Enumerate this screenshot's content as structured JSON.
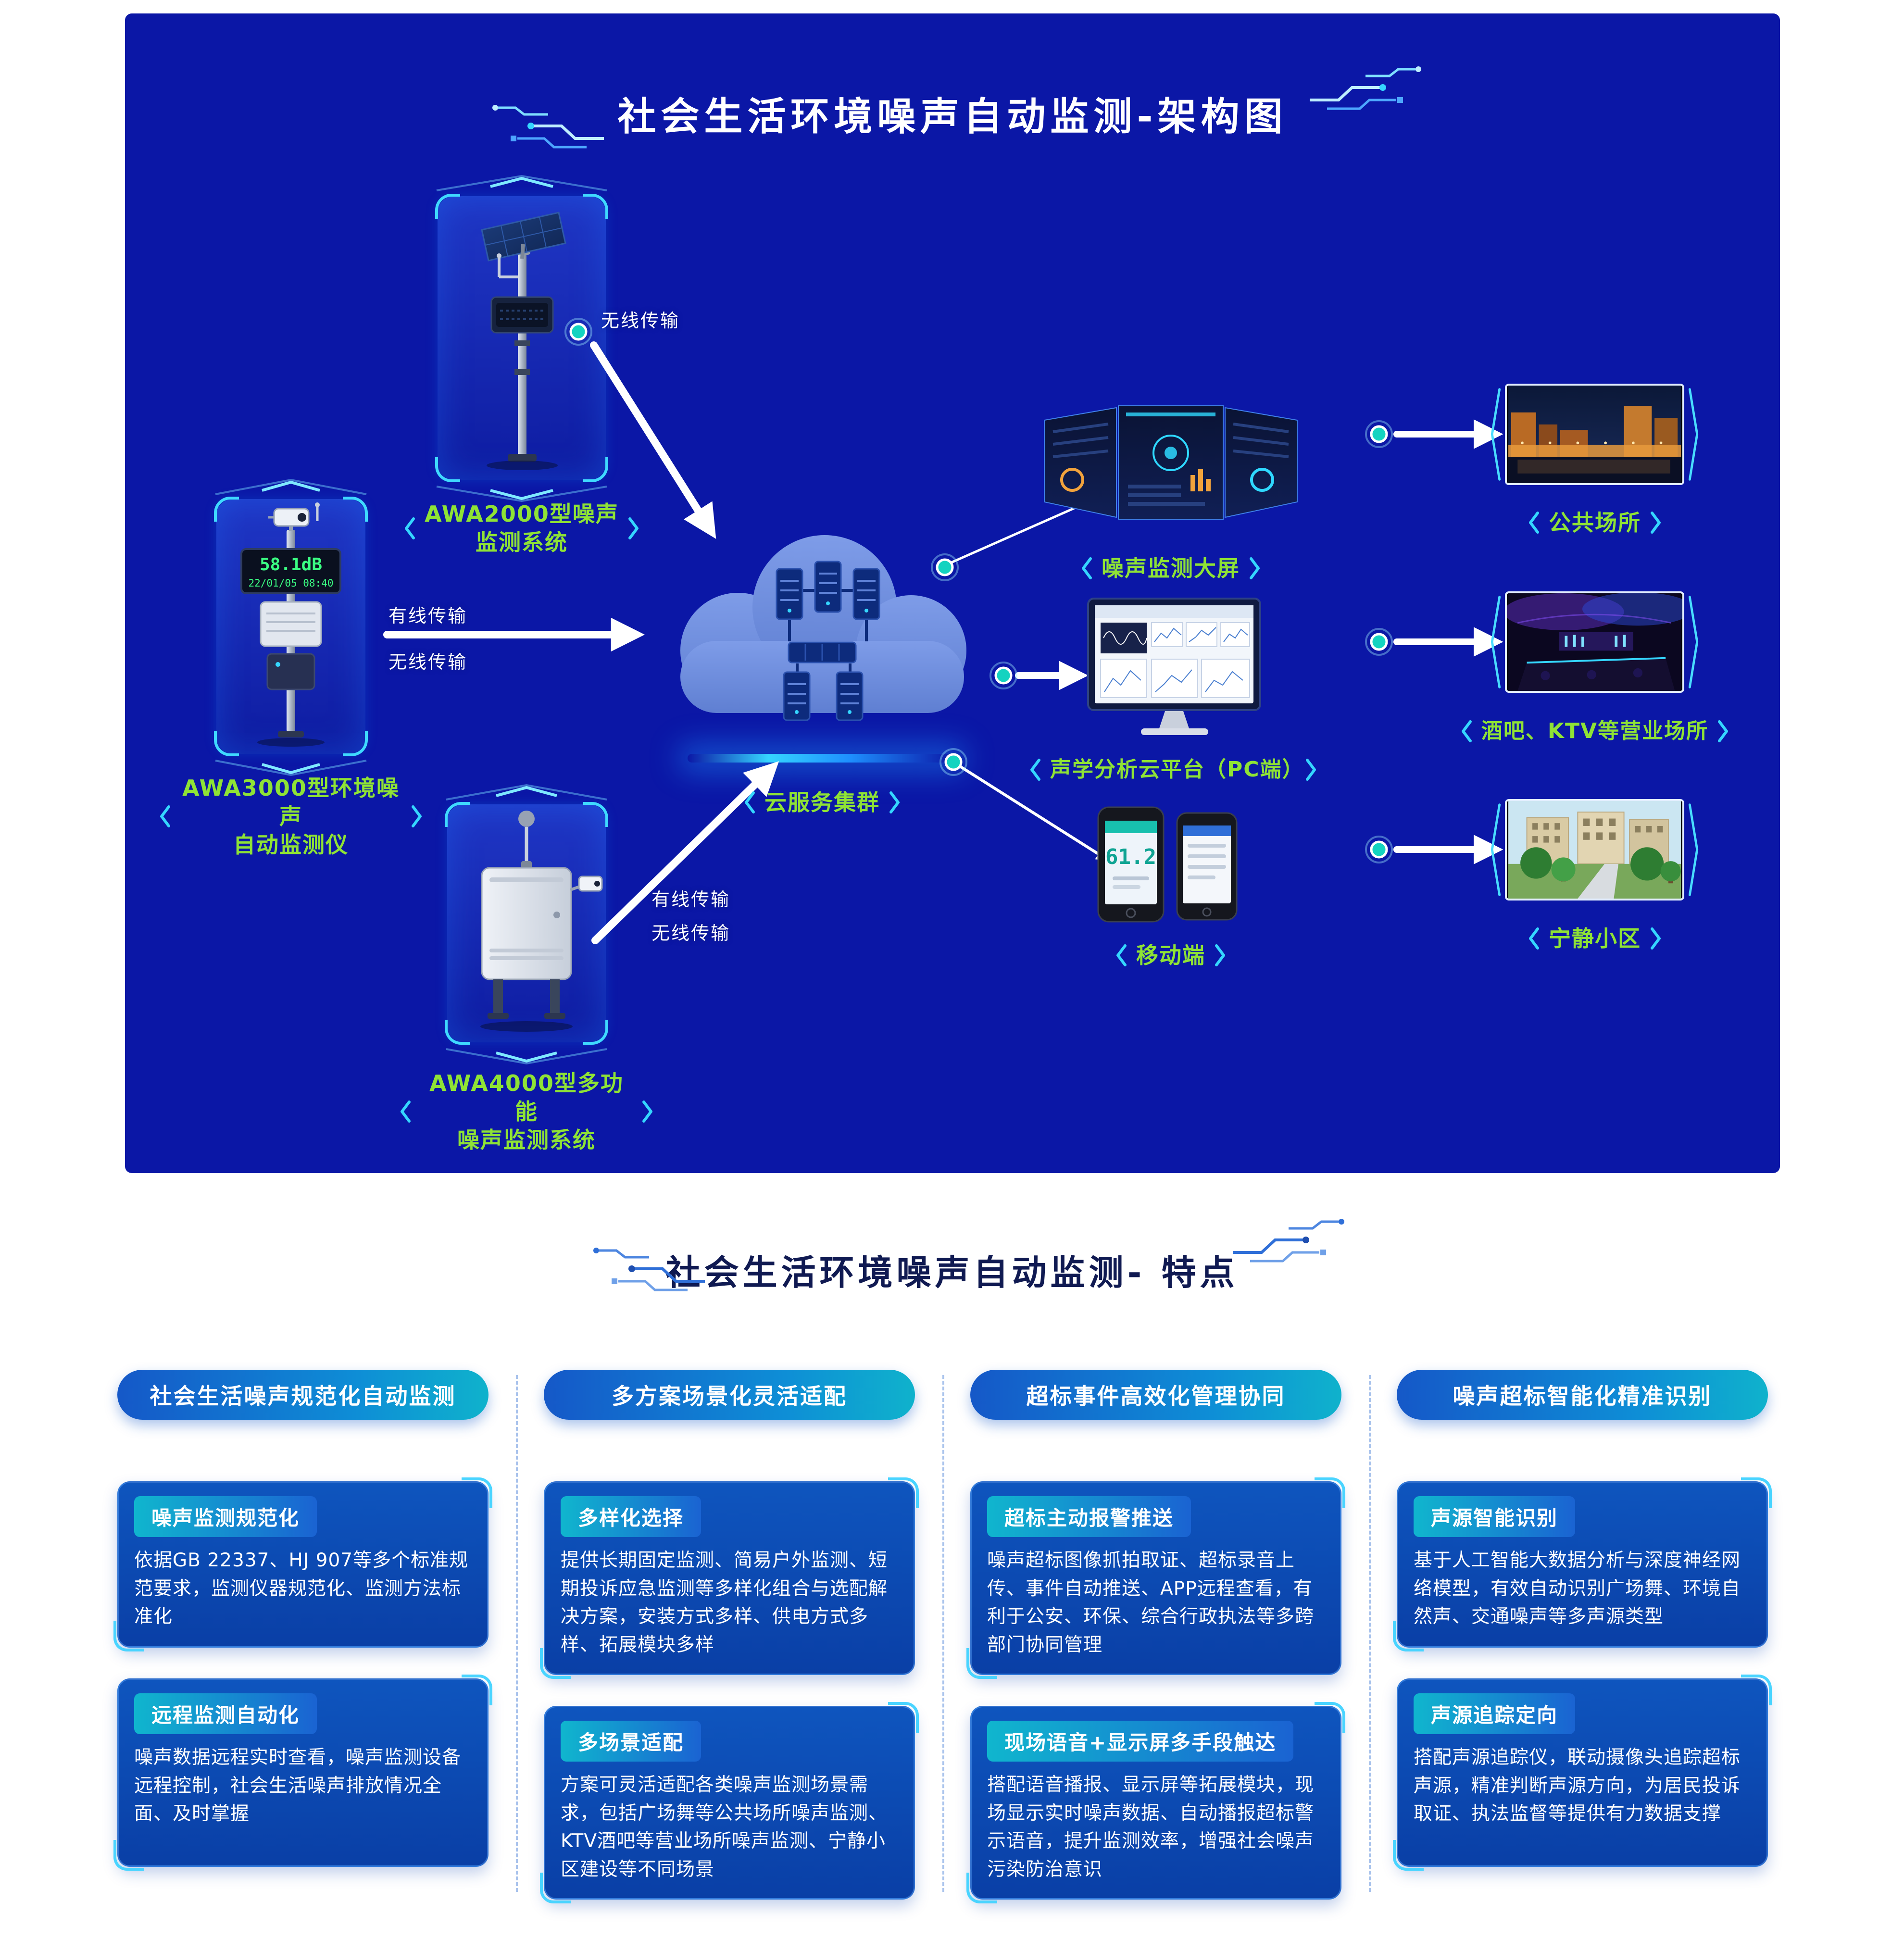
{
  "architecture": {
    "title": "社会生活环境噪声自动监测-架构图",
    "devices": {
      "awa2000": {
        "label_line1": "AWA2000型噪声",
        "label_line2": "监测系统"
      },
      "awa3000": {
        "label_line1": "AWA3000型环境噪声",
        "label_line2": "自动监测仪",
        "display_value": "58.1dB",
        "display_time": "22/01/05 08:40"
      },
      "awa4000": {
        "label_line1": "AWA4000型多功能",
        "label_line2": "噪声监测系统"
      }
    },
    "transmission": {
      "wired": "有线传输",
      "wireless": "无线传输"
    },
    "cloud": {
      "label": "云服务集群"
    },
    "outputs": {
      "big_screen": {
        "label": "噪声监测大屏"
      },
      "pc": {
        "label": "声学分析云平台（PC端）"
      },
      "mobile": {
        "label": "移动端",
        "phone_value": "61.2"
      }
    },
    "scenes": {
      "public": {
        "label": "公共场所"
      },
      "bar": {
        "label": "酒吧、KTV等营业场所"
      },
      "residential": {
        "label": "宁静小区"
      }
    }
  },
  "features": {
    "title": "社会生活环境噪声自动监测- 特点",
    "columns": [
      {
        "header": "社会生活噪声规范化自动监测",
        "cards": [
          {
            "title": "噪声监测规范化",
            "body": "依据GB 22337、HJ 907等多个标准规范要求，监测仪器规范化、监测方法标准化"
          },
          {
            "title": "远程监测自动化",
            "body": "噪声数据远程实时查看，噪声监测设备远程控制，社会生活噪声排放情况全面、及时掌握"
          }
        ]
      },
      {
        "header": "多方案场景化灵活适配",
        "cards": [
          {
            "title": "多样化选择",
            "body": "提供长期固定监测、简易户外监测、短期投诉应急监测等多样化组合与选配解决方案，安装方式多样、供电方式多样、拓展模块多样"
          },
          {
            "title": "多场景适配",
            "body": "方案可灵活适配各类噪声监测场景需求，包括广场舞等公共场所噪声监测、KTV酒吧等营业场所噪声监测、宁静小区建设等不同场景"
          }
        ]
      },
      {
        "header": "超标事件高效化管理协同",
        "cards": [
          {
            "title": "超标主动报警推送",
            "body": "噪声超标图像抓拍取证、超标录音上传、事件自动推送、APP远程查看，有利于公安、环保、综合行政执法等多跨部门协同管理"
          },
          {
            "title": "现场语音+显示屏多手段触达",
            "body": "搭配语音播报、显示屏等拓展模块，现场显示实时噪声数据、自动播报超标警示语音，提升监测效率，增强社会噪声污染防治意识"
          }
        ]
      },
      {
        "header": "噪声超标智能化精准识别",
        "cards": [
          {
            "title": "声源智能识别",
            "body": "基于人工智能大数据分析与深度神经网络模型，有效自动识别广场舞、环境自然声、交通噪声等多声源类型"
          },
          {
            "title": "声源追踪定向",
            "body": "搭配声源追踪仪，联动摄像头追踪超标声源，精准判断声源方向，为居民投诉取证、执法监督等提供有力数据支撑"
          }
        ]
      }
    ]
  },
  "colors": {
    "panel_bg": "#0B17A6",
    "label_green": "#8FE335",
    "accent_cyan": "#35D6FF",
    "dot_teal": "#14D3C0",
    "card_blue": "#0E55BE"
  }
}
